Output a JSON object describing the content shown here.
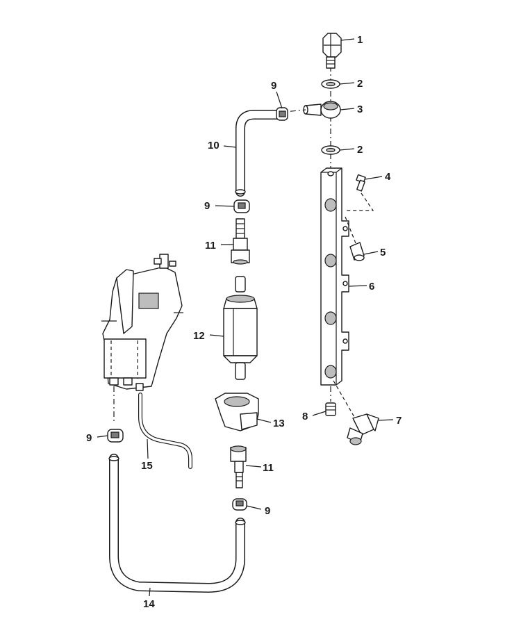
{
  "callouts": [
    {
      "id": "c1",
      "text": "1"
    },
    {
      "id": "c2a",
      "text": "2"
    },
    {
      "id": "c3",
      "text": "3"
    },
    {
      "id": "c2b",
      "text": "2"
    },
    {
      "id": "c4",
      "text": "4"
    },
    {
      "id": "c5",
      "text": "5"
    },
    {
      "id": "c6",
      "text": "6"
    },
    {
      "id": "c7",
      "text": "7"
    },
    {
      "id": "c8",
      "text": "8"
    },
    {
      "id": "c9a",
      "text": "9"
    },
    {
      "id": "c10",
      "text": "10"
    },
    {
      "id": "c9b",
      "text": "9"
    },
    {
      "id": "c11a",
      "text": "11"
    },
    {
      "id": "c12",
      "text": "12"
    },
    {
      "id": "c13",
      "text": "13"
    },
    {
      "id": "c11b",
      "text": "11"
    },
    {
      "id": "c9c",
      "text": "9"
    },
    {
      "id": "c9d",
      "text": "9"
    },
    {
      "id": "c15",
      "text": "15"
    },
    {
      "id": "c14",
      "text": "14"
    }
  ]
}
